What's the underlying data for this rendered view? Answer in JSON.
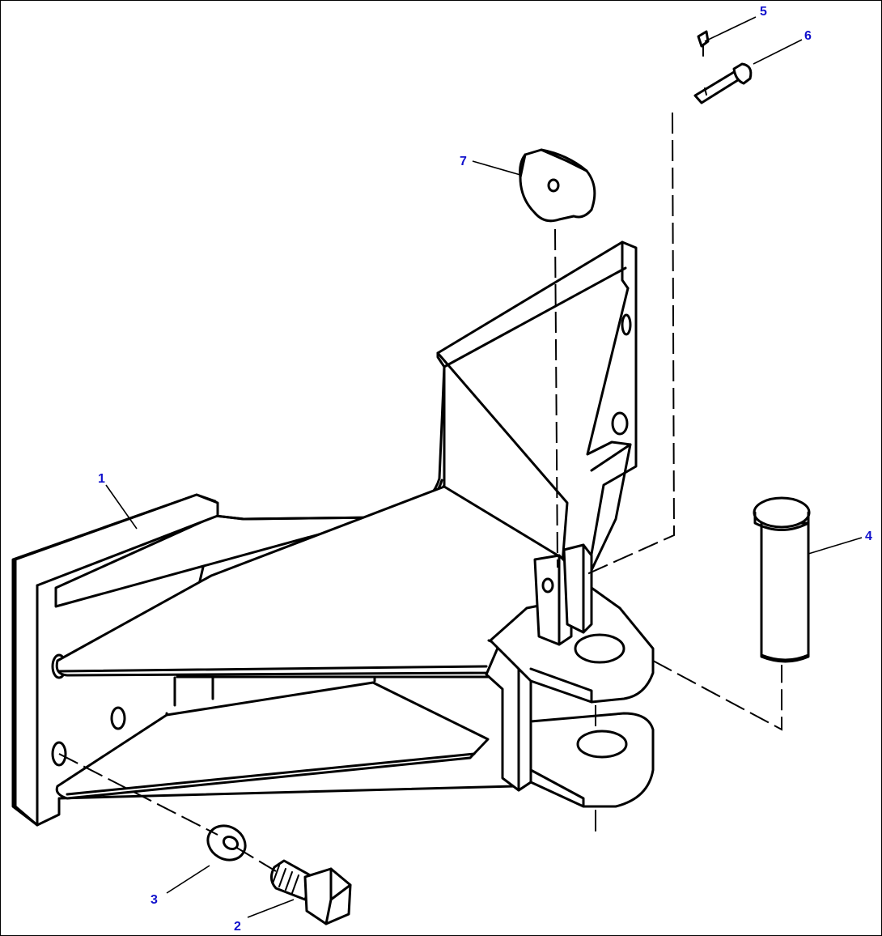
{
  "callouts": [
    {
      "num": "1"
    },
    {
      "num": "2"
    },
    {
      "num": "3"
    },
    {
      "num": "4"
    },
    {
      "num": "5"
    },
    {
      "num": "6"
    },
    {
      "num": "7"
    }
  ],
  "colors": {
    "callout_text": "#1010cc",
    "line": "#000000",
    "background": "#ffffff"
  }
}
